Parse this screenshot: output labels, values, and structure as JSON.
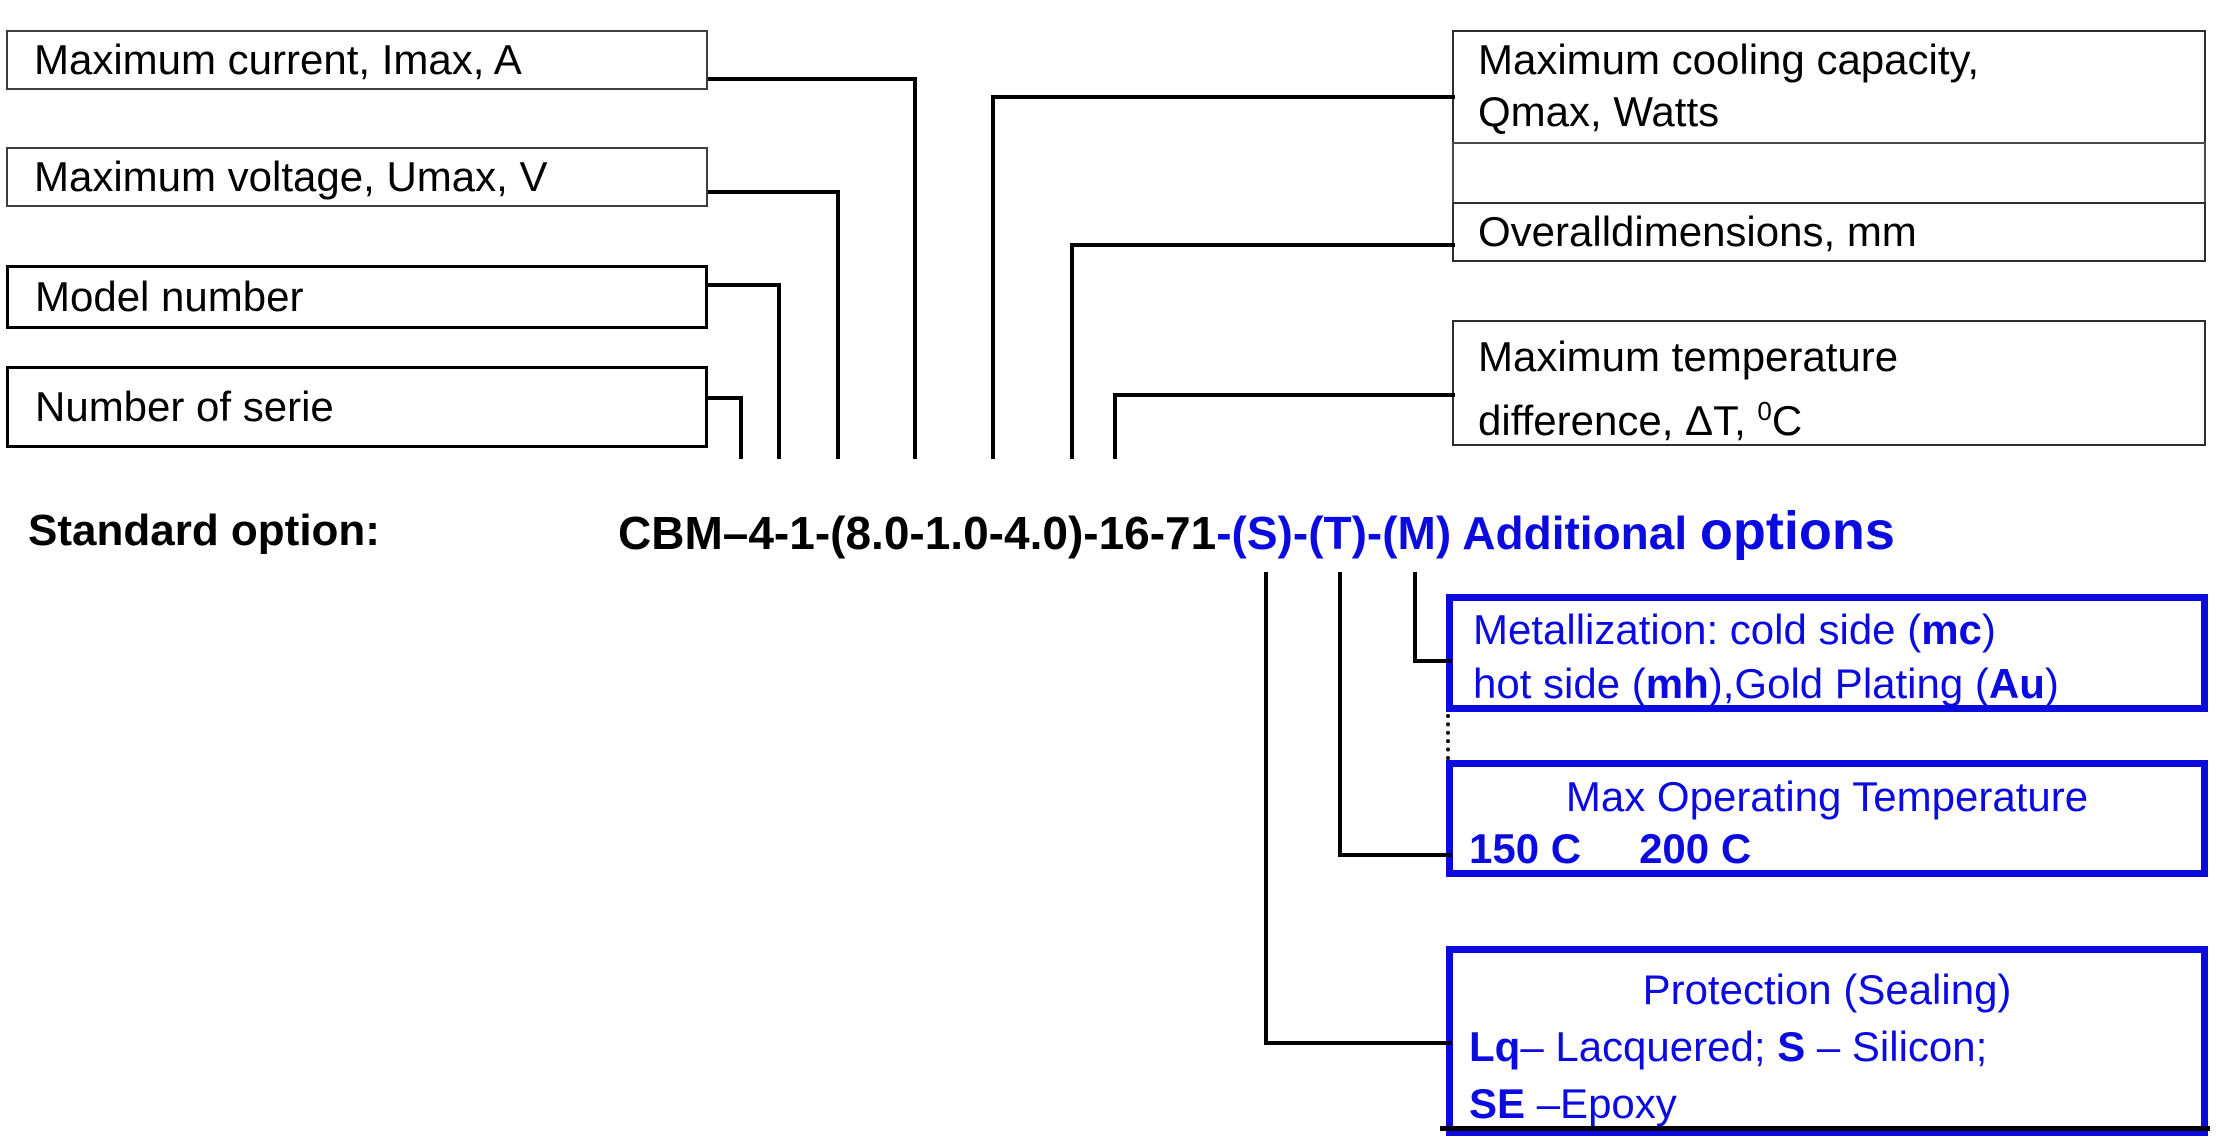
{
  "colors": {
    "accent_blue": "#0b0be0",
    "line_black": "#000000"
  },
  "standard_option_label": "Standard option:",
  "part_number": {
    "black_segment": "CBM–4-1-(8.0-1.0-4.0)-16-71",
    "blue_segment": "-(S)-(T)-(M)",
    "additional_word": " Additional ",
    "options_word": "options"
  },
  "left_boxes": [
    {
      "label": "Maximum current, Imax, A"
    },
    {
      "label": "Maximum voltage, Umax, V"
    },
    {
      "label": "Model number"
    },
    {
      "label": "Number of serie"
    }
  ],
  "right_boxes": {
    "cooling_capacity": {
      "line1": "Maximum cooling capacity,",
      "line2": "Qmax, Watts"
    },
    "spacer": {
      "label": ""
    },
    "dimensions": {
      "label": "Overalldimensions, mm"
    },
    "temp_difference": {
      "line1": "Maximum temperature",
      "line2_prefix": "difference, ΔT, ",
      "line2_sup": "0",
      "line2_suffix": "C"
    }
  },
  "option_boxes": {
    "metallization": {
      "l1a": "Metallization: cold side (",
      "l1b": "mc",
      "l1c": ")",
      "l2a": "hot side (",
      "l2b": "mh",
      "l2c": "),Gold Plating (",
      "l2d": "Au",
      "l2e": ")"
    },
    "max_operating_temperature": {
      "title": "Max Operating Temperature",
      "value1": "150 C",
      "value2": "200 C"
    },
    "protection": {
      "title": "Protection (Sealing)",
      "l2a": "Lq",
      "l2b": "– Lacquered; ",
      "l2c": "S",
      "l2d": " – Silicon;",
      "l3a": "SE",
      "l3b": " –Epoxy"
    }
  }
}
